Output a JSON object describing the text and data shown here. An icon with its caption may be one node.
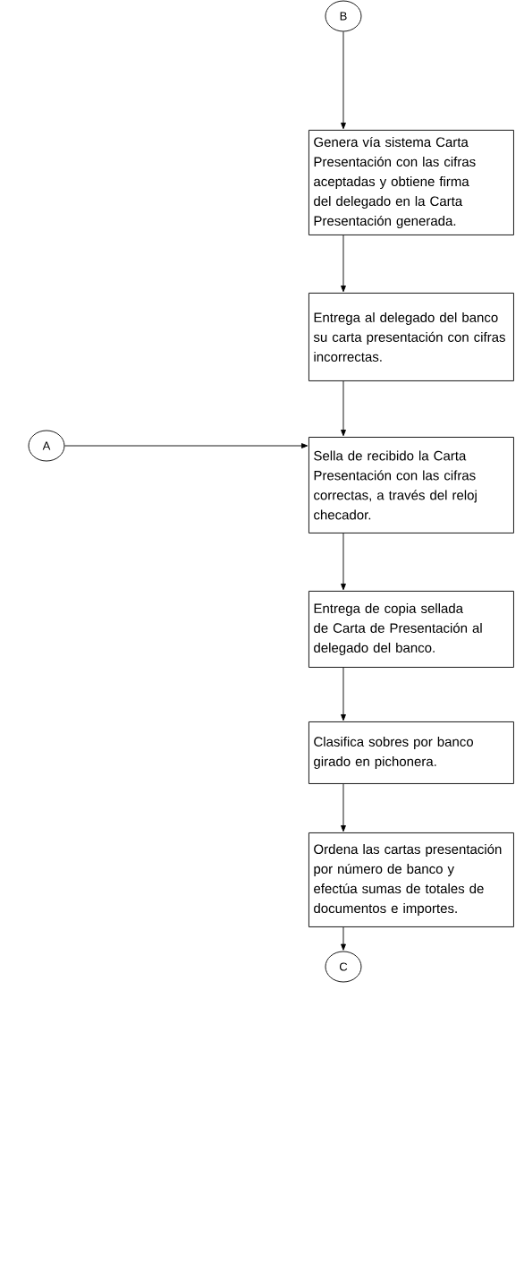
{
  "diagram": {
    "nodes": [
      {
        "text": [
          "B"
        ]
      },
      {
        "text": [
          "Genera vía sistema Carta Presentación con las cifras aceptadas y obtiene firma del delegado en la Carta Presentación generada."
        ]
      },
      {
        "text": [
          "Entrega al delegado del banco su carta presentación con cifras incorrectas."
        ]
      },
      {
        "text": [
          "Sella de recibido la Carta Presentación con las cifras correctas, a través del reloj checador."
        ]
      },
      {
        "text": [
          "Entrega de copia sellada de Carta de Presentación al delegado del banco."
        ]
      },
      {
        "text": [
          "Clasifica sobres por banco girado en pichonera."
        ]
      },
      {
        "text": [
          "Ordena las cartas presentación por número de banco y efectúa sumas de totales de documentos e importes."
        ]
      },
      {
        "text": [
          "C"
        ]
      },
      {
        "text": [
          "A"
        ]
      }
    ],
    "edges": [
      {
        "from": 0,
        "to": 1,
        "arrow": "to"
      },
      {
        "from": 1,
        "to": 2,
        "arrow": "to"
      },
      {
        "from": 2,
        "to": 3,
        "arrow": "to"
      },
      {
        "from": 8,
        "to": 3,
        "arrow": "to"
      },
      {
        "from": 3,
        "to": 4,
        "arrow": "to"
      },
      {
        "from": 4,
        "to": 5,
        "arrow": "to"
      },
      {
        "from": 5,
        "to": 6,
        "arrow": "to"
      },
      {
        "from": 6,
        "to": 7,
        "arrow": "to"
      }
    ]
  }
}
